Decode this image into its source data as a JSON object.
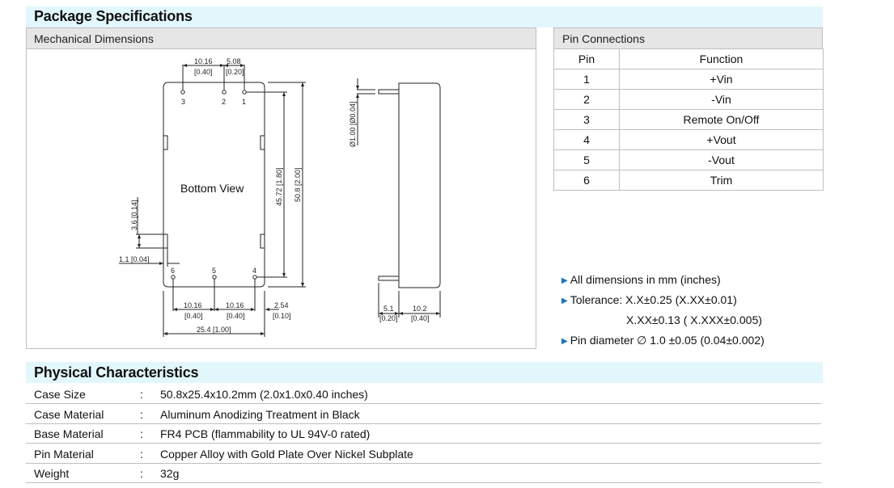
{
  "package": {
    "title": "Package Specifications",
    "mechanical_header": "Mechanical Dimensions",
    "drawing": {
      "bottom_view_label": "Bottom View",
      "pin_labels": [
        "1",
        "2",
        "3",
        "4",
        "5",
        "6"
      ],
      "dims": {
        "top_pitch_mm": "10.16",
        "top_pitch_in": "[0.40]",
        "top_small_mm": "5.08",
        "top_small_in": "[0.20]",
        "bottom_pitch1_mm": "10.16",
        "bottom_pitch1_in": "[0.40]",
        "bottom_pitch2_mm": "10.16",
        "bottom_pitch2_in": "[0.40]",
        "edge_mm": "2.54",
        "edge_in": "[0.10]",
        "width": "25.4 [1.00]",
        "pin_span": "45.72 [1.80]",
        "length": "50.8 [2.00]",
        "notch_height": "3.6 [0.14]",
        "notch_depth": "1.1 [0.04]",
        "pin_diameter": "Ø1.00 [Ø0.04]",
        "pin_length_mm": "5.1",
        "pin_length_in": "[0.20]",
        "height_mm": "10.2",
        "height_in": "[0.40]"
      }
    },
    "pin_connections": {
      "header": "Pin Connections",
      "columns": [
        "Pin",
        "Function"
      ],
      "rows": [
        {
          "pin": "1",
          "function": "+Vin"
        },
        {
          "pin": "2",
          "function": "-Vin"
        },
        {
          "pin": "3",
          "function": "Remote On/Off"
        },
        {
          "pin": "4",
          "function": "+Vout"
        },
        {
          "pin": "5",
          "function": "-Vout"
        },
        {
          "pin": "6",
          "function": "Trim"
        }
      ]
    },
    "notes": {
      "bullet_icon": "triangle-right-icon",
      "dimensions": "All dimensions in mm (inches)",
      "tolerance1": "Tolerance: X.X±0.25 (X.XX±0.01)",
      "tolerance2": "X.XX±0.13 ( X.XXX±0.005)",
      "pin_diameter": "Pin diameter ∅ 1.0 ±0.05 (0.04±0.002)"
    }
  },
  "physical": {
    "title": "Physical Characteristics",
    "separator": ":",
    "rows": [
      {
        "label": "Case Size",
        "value": "50.8x25.4x10.2mm (2.0x1.0x0.40 inches)"
      },
      {
        "label": "Case Material",
        "value": "Aluminum Anodizing Treatment in Black"
      },
      {
        "label": "Base Material",
        "value": "FR4 PCB (flammability to UL 94V-0 rated)"
      },
      {
        "label": "Pin Material",
        "value": "Copper Alloy with Gold Plate Over Nickel Subplate"
      },
      {
        "label": "Weight",
        "value": "32g"
      }
    ]
  },
  "colors": {
    "section_bar": "#e2f7fc",
    "subheader_bg": "#e6e6e6",
    "bullet": "#1b75bc",
    "rule": "#bfbfbf"
  }
}
